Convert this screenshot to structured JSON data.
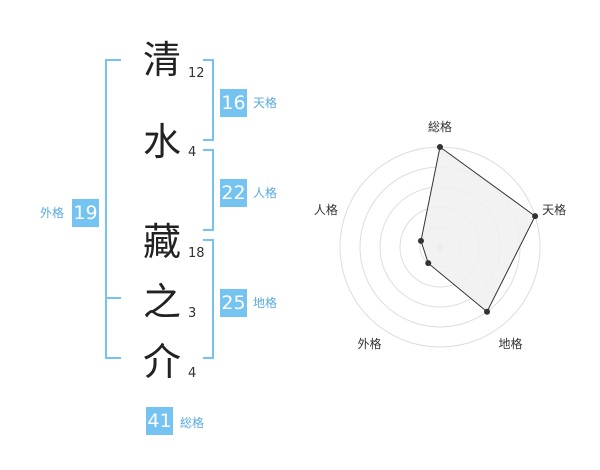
{
  "name": {
    "characters": [
      {
        "char": "清",
        "strokes": "12"
      },
      {
        "char": "水",
        "strokes": "4"
      },
      {
        "char": "藏",
        "strokes": "18"
      },
      {
        "char": "之",
        "strokes": "3"
      },
      {
        "char": "介",
        "strokes": "4"
      }
    ]
  },
  "kakusu": {
    "tenkaku": {
      "value": "16",
      "label": "天格"
    },
    "jinkaku": {
      "value": "22",
      "label": "人格"
    },
    "chikaku": {
      "value": "25",
      "label": "地格"
    },
    "gaikaku": {
      "value": "19",
      "label": "外格"
    },
    "soukaku": {
      "value": "41",
      "label": "総格"
    }
  },
  "colors": {
    "accent": "#74c3f0",
    "bracket": "#74c3f0",
    "radar_fill": "#f0f0f0",
    "radar_stroke": "#333333",
    "ring": "#dddddd"
  },
  "chart_data": {
    "type": "radar",
    "axes": [
      "総格",
      "天格",
      "地格",
      "外格",
      "人格"
    ],
    "values": [
      5,
      5,
      4,
      1,
      1
    ],
    "rmax": 5,
    "rings": 5
  }
}
